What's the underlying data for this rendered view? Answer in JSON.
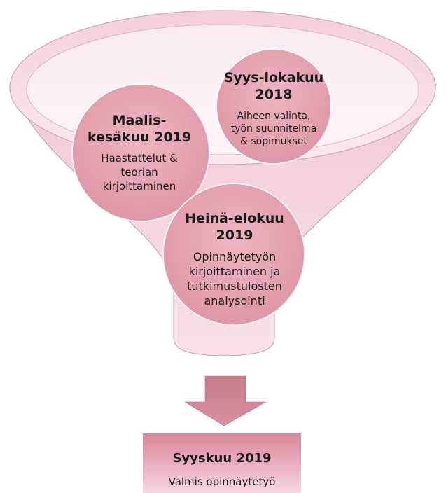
{
  "stages": [
    {
      "title": "Maalis-\nkesäkuu 2019",
      "desc": "Haastattelut &\nteorian\nkirjoittaminen"
    },
    {
      "title": "Syys-lokakuu\n2018",
      "desc": "Aiheen valinta,\ntyön suunnitelma\n& sopimukset"
    },
    {
      "title": "Heinä-elokuu\n2019",
      "desc": "Opinnäytetyön\nkirjoittaminen ja\ntutkimustulosten\nanalysointi"
    }
  ],
  "result": {
    "title": "Syyskuu 2019",
    "desc": "Valmis opinnäytetyö"
  },
  "colors": {
    "funnel_outline": "#c9a9b0",
    "circle": "#e29fae",
    "arrow": "#cc7f92",
    "result_top": "#d8869a",
    "result_bottom": "#f6d8df"
  }
}
